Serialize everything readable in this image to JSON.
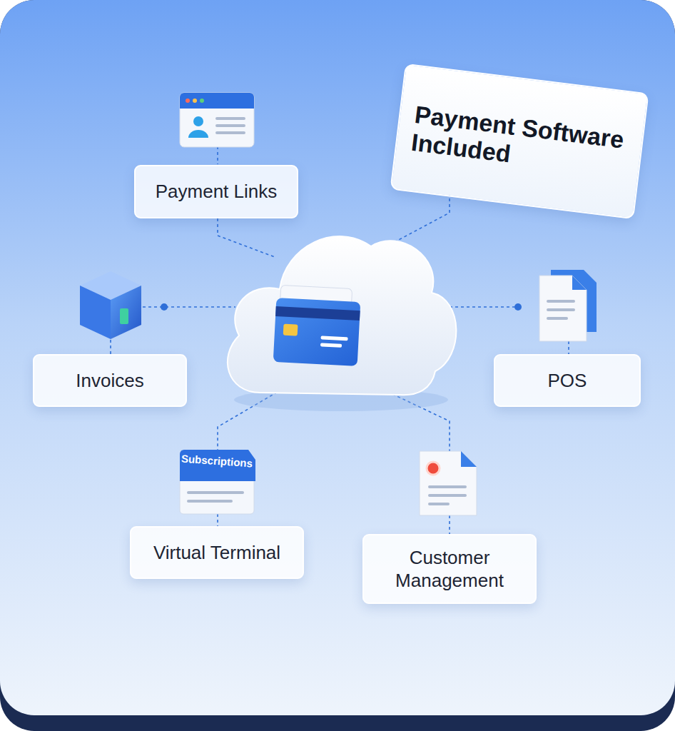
{
  "diagram": {
    "nodes": [
      {
        "text": [
          "Payment Software Included"
        ]
      },
      {
        "text": [
          "Payment Links"
        ]
      },
      {
        "text": [
          "Invoices"
        ]
      },
      {
        "text": [
          "POS"
        ]
      },
      {
        "text": [
          "Virtual Terminal"
        ]
      },
      {
        "text": [
          "Customer Management"
        ]
      }
    ],
    "labels": [
      "Subscriptions"
    ]
  }
}
